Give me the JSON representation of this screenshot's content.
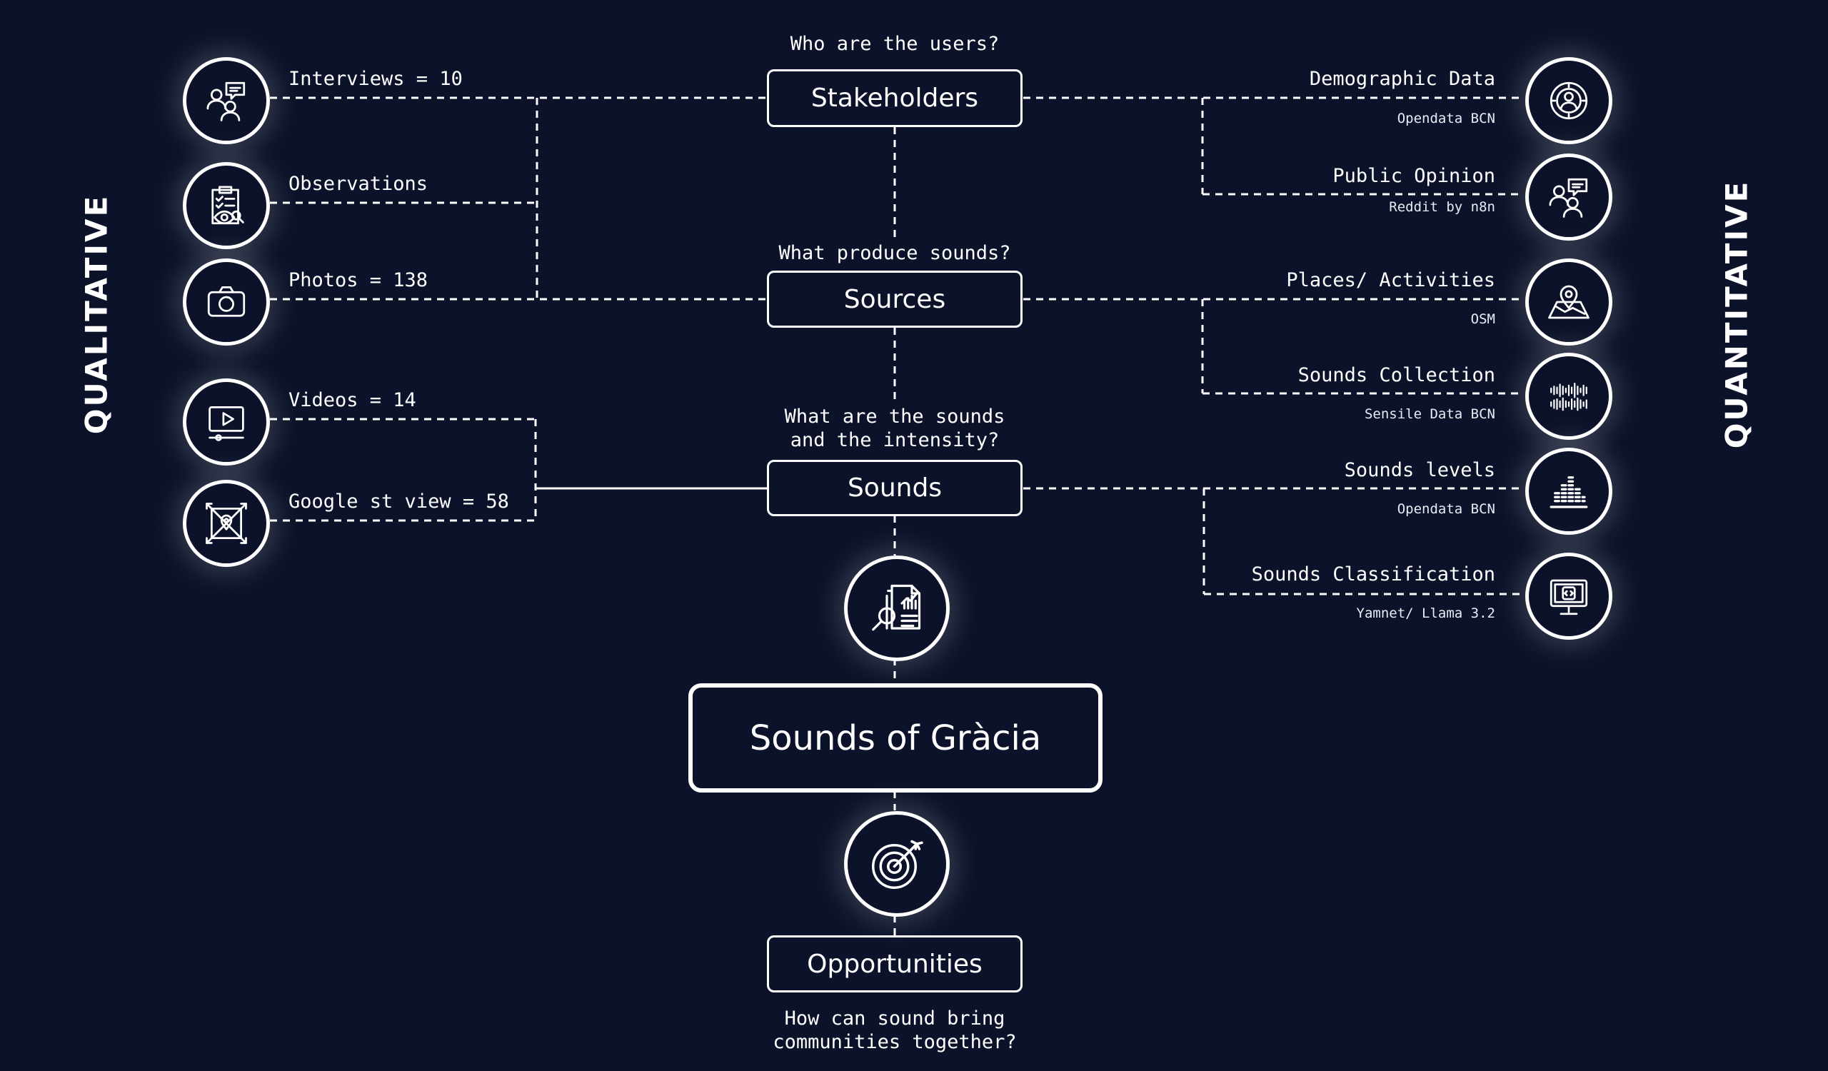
{
  "axes": {
    "left": "QUALITATIVE",
    "right": "QUANTITATIVE"
  },
  "center": {
    "stakeholders": {
      "question": "Who are the users?",
      "label": "Stakeholders"
    },
    "sources": {
      "question": "What produce sounds?",
      "label": "Sources"
    },
    "sounds": {
      "question_line1": "What are the sounds",
      "question_line2": "and the intensity?",
      "label": "Sounds"
    },
    "project": {
      "label": "Sounds of Gràcia"
    },
    "opportunities": {
      "label": "Opportunities",
      "question_line1": "How can sound bring",
      "question_line2": "communities together?"
    }
  },
  "qualitative": [
    {
      "label": "Interviews = 10",
      "icon": "interview-icon"
    },
    {
      "label": "Observations",
      "icon": "observation-clipboard-icon"
    },
    {
      "label": "Photos = 138",
      "icon": "camera-icon"
    },
    {
      "label": "Videos = 14",
      "icon": "video-player-icon"
    },
    {
      "label": "Google st view = 58",
      "icon": "street-view-map-icon"
    }
  ],
  "quantitative": [
    {
      "label": "Demographic Data",
      "source": "Opendata BCN",
      "icon": "demographic-icon"
    },
    {
      "label": "Public Opinion",
      "source": "Reddit by n8n",
      "icon": "public-opinion-icon"
    },
    {
      "label": "Places/ Activities",
      "source": "OSM",
      "icon": "map-pin-icon"
    },
    {
      "label": "Sounds Collection",
      "source": "Sensile Data BCN",
      "icon": "sound-wave-icon"
    },
    {
      "label": "Sounds levels",
      "source": "Opendata BCN",
      "icon": "sound-level-bars-icon"
    },
    {
      "label": "Sounds Classification",
      "source": "Yamnet/ Llama 3.2",
      "icon": "code-monitor-icon"
    }
  ],
  "colors": {
    "background": "#0b1229",
    "foreground": "#ffffff"
  }
}
